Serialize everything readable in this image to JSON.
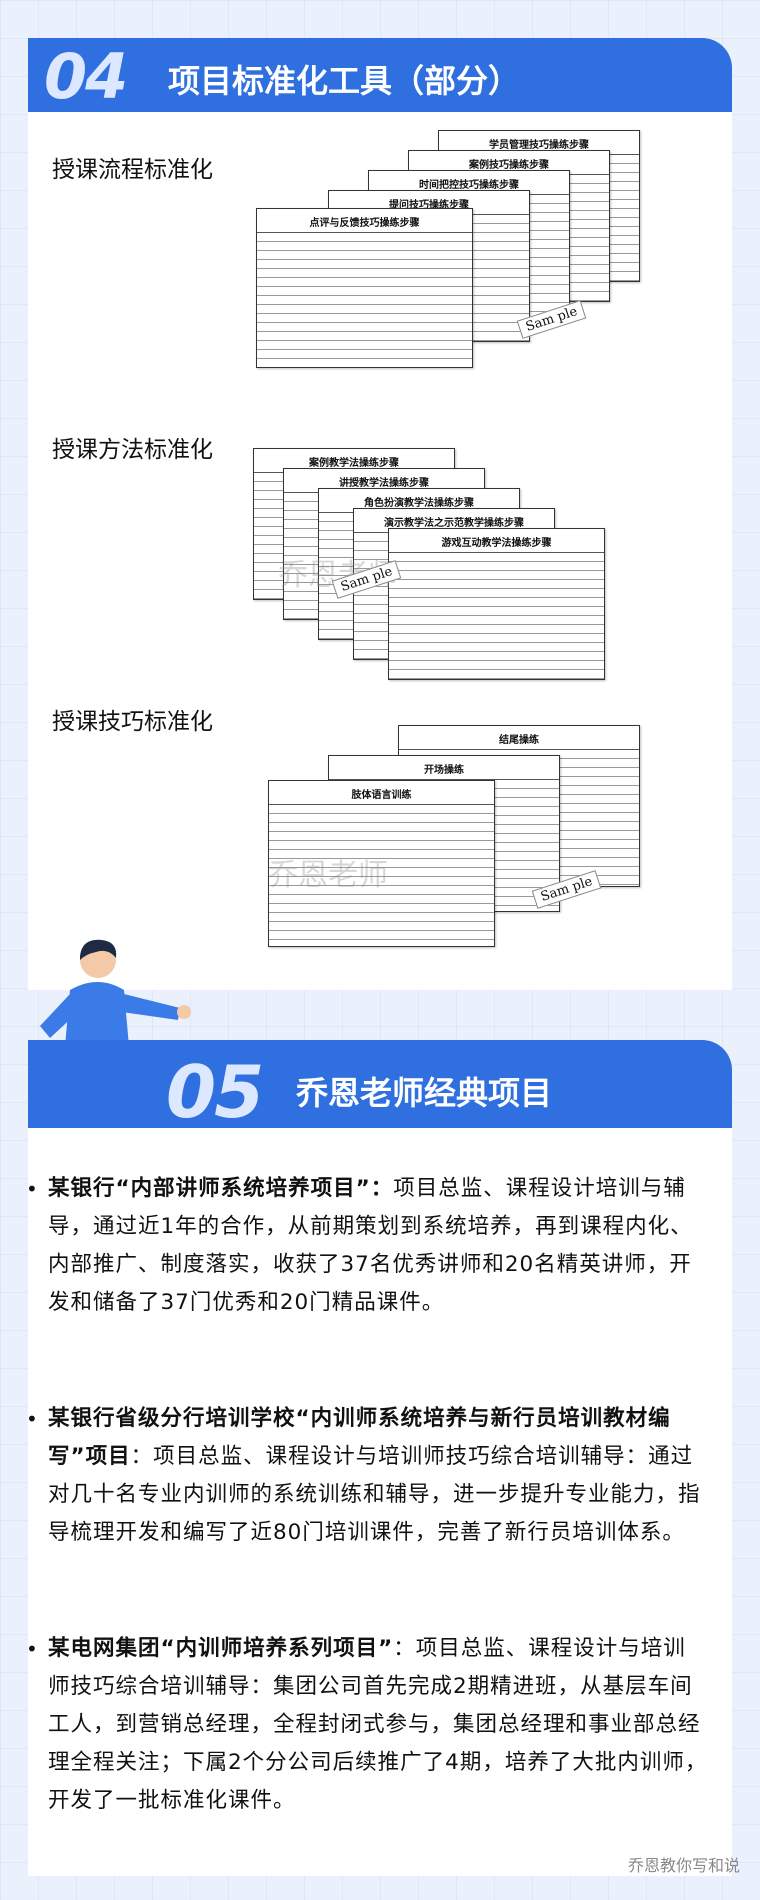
{
  "section04": {
    "num": "04",
    "title": "项目标准化工具（部分）",
    "subs": [
      "授课流程标准化",
      "授课方法标准化",
      "授课技巧标准化"
    ]
  },
  "group1_docs": [
    "学员管理技巧操练步骤",
    "案例技巧操练步骤",
    "时间把控技巧操练步骤",
    "提问技巧操练步骤",
    "点评与反馈技巧操练步骤"
  ],
  "group2_docs": [
    "案例教学法操练步骤",
    "讲授教学法操练步骤",
    "角色扮演教学法操练步骤",
    "演示教学法之示范教学操练步骤",
    "游戏互动教学法操练步骤"
  ],
  "group3_docs": [
    "结尾操练",
    "开场操练",
    "肢体语言训练"
  ],
  "watermark": "乔恩老师",
  "sample": "Sam ple",
  "section05": {
    "num": "05",
    "title": "乔恩老师经典项目"
  },
  "projects": [
    {
      "bold": "某银行“内部讲师系统培养项目”：",
      "text": "项目总监、课程设计培训与辅导，通过近1年的合作，从前期策划到系统培养，再到课程内化、内部推广、制度落实，收获了37名优秀讲师和20名精英讲师，开发和储备了37门优秀和20门精品课件。"
    },
    {
      "bold": "某银行省级分行培训学校“内训师系统培养与新行员培训教材编写”项目",
      "text": "：项目总监、课程设计与培训师技巧综合培训辅导：通过对几十名专业内训师的系统训练和辅导，进一步提升专业能力，指导梳理开发和编写了近80门培训课件，完善了新行员培训体系。"
    },
    {
      "bold": "某电网集团“内训师培养系列项目”",
      "text": "：项目总监、课程设计与培训师技巧综合培训辅导：集团公司首先完成2期精进班，从基层车间工人，到营销总经理，全程封闭式参与，集团总经理和事业部总经理全程关注；下属2个分公司后续推广了4期，培养了大批内训师，开发了一批标准化课件。"
    }
  ],
  "footer": "乔恩教你写和说"
}
